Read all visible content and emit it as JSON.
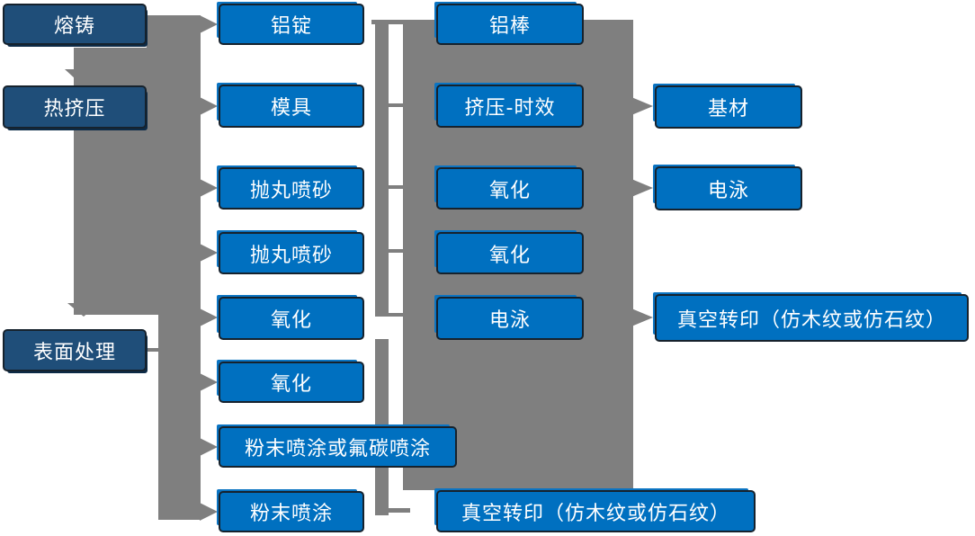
{
  "diagram": {
    "description_hint": "aluminum profile production process flowchart",
    "nodes": [
      {
        "id": "melting-casting",
        "label": "熔铸",
        "style": "dark"
      },
      {
        "id": "hot-extrusion",
        "label": "热挤压",
        "style": "dark"
      },
      {
        "id": "surface-treatment",
        "label": "表面处理",
        "style": "dark"
      },
      {
        "id": "aluminum-ingot",
        "label": "铝锭",
        "style": "bright"
      },
      {
        "id": "mold",
        "label": "模具",
        "style": "bright"
      },
      {
        "id": "shot-blasting-sandblasting-1",
        "label": "抛丸喷砂",
        "style": "bright"
      },
      {
        "id": "shot-blasting-sandblasting-2",
        "label": "抛丸喷砂",
        "style": "bright"
      },
      {
        "id": "oxidation-1",
        "label": "氧化",
        "style": "bright"
      },
      {
        "id": "oxidation-2",
        "label": "氧化",
        "style": "bright"
      },
      {
        "id": "powder-or-fluorocarbon-coating",
        "label": "粉末喷涂或氟碳喷涂",
        "style": "bright"
      },
      {
        "id": "powder-coating",
        "label": "粉末喷涂",
        "style": "bright"
      },
      {
        "id": "aluminum-rod",
        "label": "铝棒",
        "style": "bright"
      },
      {
        "id": "extrusion-aging",
        "label": "挤压-时效",
        "style": "bright"
      },
      {
        "id": "oxidation-3",
        "label": "氧化",
        "style": "bright"
      },
      {
        "id": "oxidation-4",
        "label": "氧化",
        "style": "bright"
      },
      {
        "id": "electrophoresis-1",
        "label": "电泳",
        "style": "bright"
      },
      {
        "id": "vacuum-transfer-print-bottom",
        "label": "真空转印（仿木纹或仿石纹）",
        "style": "bright"
      },
      {
        "id": "base-material",
        "label": "基材",
        "style": "bright"
      },
      {
        "id": "electrophoresis-2",
        "label": "电泳",
        "style": "bright"
      },
      {
        "id": "vacuum-transfer-print-right",
        "label": "真空转印（仿木纹或仿石纹）",
        "style": "bright"
      }
    ]
  },
  "colors": {
    "primary": "#0070C0",
    "primary-edge": "#0B74C2",
    "dark": "#1F4E79",
    "dark-edge": "#0D2B47",
    "connector": "#7F7F7F",
    "border": "#16222D",
    "text": "#FFFFFF",
    "bg": "#FFFFFF"
  }
}
